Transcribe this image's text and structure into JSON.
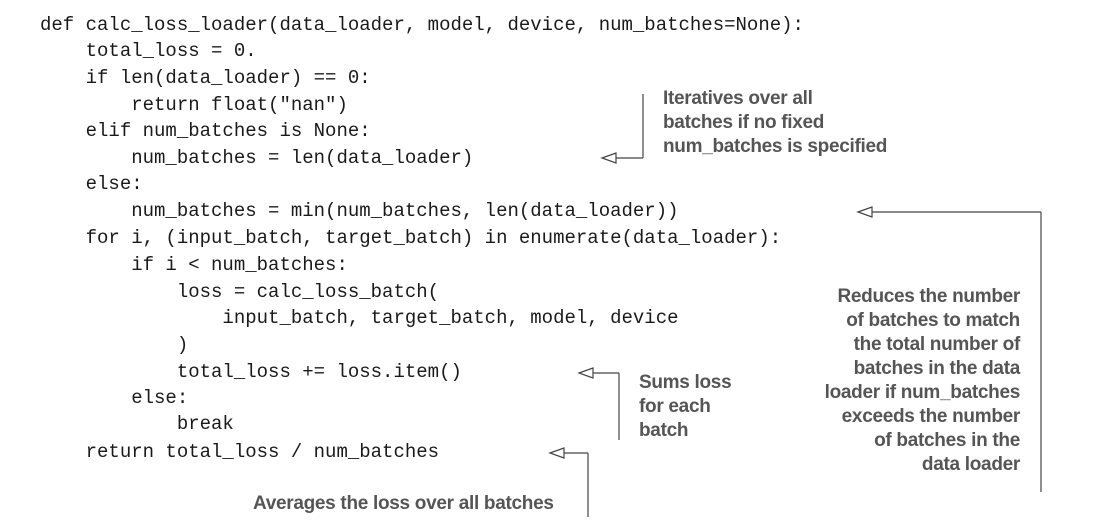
{
  "code": {
    "lines": [
      "def calc_loss_loader(data_loader, model, device, num_batches=None):",
      "    total_loss = 0.",
      "    if len(data_loader) == 0:",
      "        return float(\"nan\")",
      "    elif num_batches is None:",
      "        num_batches = len(data_loader)",
      "    else:",
      "        num_batches = min(num_batches, len(data_loader))",
      "    for i, (input_batch, target_batch) in enumerate(data_loader):",
      "        if i < num_batches:",
      "            loss = calc_loss_batch(",
      "                input_batch, target_batch, model, device",
      "            )",
      "            total_loss += loss.item()",
      "        else:",
      "            break",
      "    return total_loss / num_batches"
    ]
  },
  "annotations": {
    "iterates": {
      "lines": [
        "Iteratives over all",
        "batches if no fixed",
        "num_batches is specified"
      ]
    },
    "reduces": {
      "lines": [
        "Reduces the number",
        "of batches to match",
        "the total number of",
        "batches in the data",
        "loader if num_batches",
        "exceeds the number",
        "of batches in the",
        "data loader"
      ]
    },
    "sums": {
      "lines": [
        "Sums loss",
        "for each",
        "batch"
      ]
    },
    "averages": {
      "lines": [
        "Averages the loss over all batches"
      ]
    }
  }
}
